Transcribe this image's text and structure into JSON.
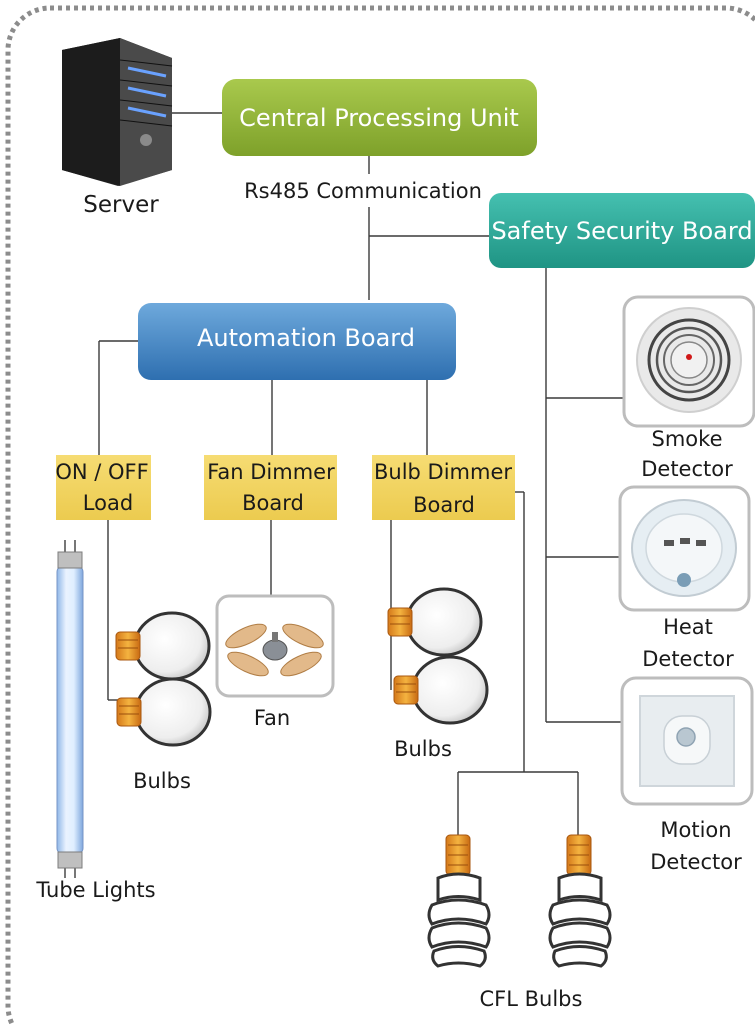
{
  "boxes": {
    "cpu": "Central Processing Unit",
    "safety": "Safety Security Board",
    "automation": "Automation Board",
    "onoff_line1": "ON / OFF",
    "onoff_line2": "Load",
    "fan_line1": "Fan Dimmer",
    "fan_line2": "Board",
    "bulb_line1": "Bulb Dimmer",
    "bulb_line2": "Board"
  },
  "labels": {
    "server": "Server",
    "rs485": "Rs485 Communication",
    "smoke_line1": "Smoke",
    "smoke_line2": "Detector",
    "heat_line1": "Heat",
    "heat_line2": "Detector",
    "motion_line1": "Motion",
    "motion_line2": "Detector",
    "bulbs_left": "Bulbs",
    "fan": "Fan",
    "bulbs_right": "Bulbs",
    "tube_lights": "Tube Lights",
    "cfl_bulbs": "CFL Bulbs"
  },
  "colors": {
    "cpu_green": "#8fb339",
    "safety_teal": "#2fa99a",
    "automation_blue": "#3f86c6",
    "yellow_box": "#f2d25e",
    "border_dots": "#8c8c8c"
  },
  "icons": [
    "server-icon",
    "smoke-detector-icon",
    "heat-detector-icon",
    "motion-detector-icon",
    "bulb-icon",
    "fan-icon",
    "tube-light-icon",
    "cfl-bulb-icon"
  ]
}
